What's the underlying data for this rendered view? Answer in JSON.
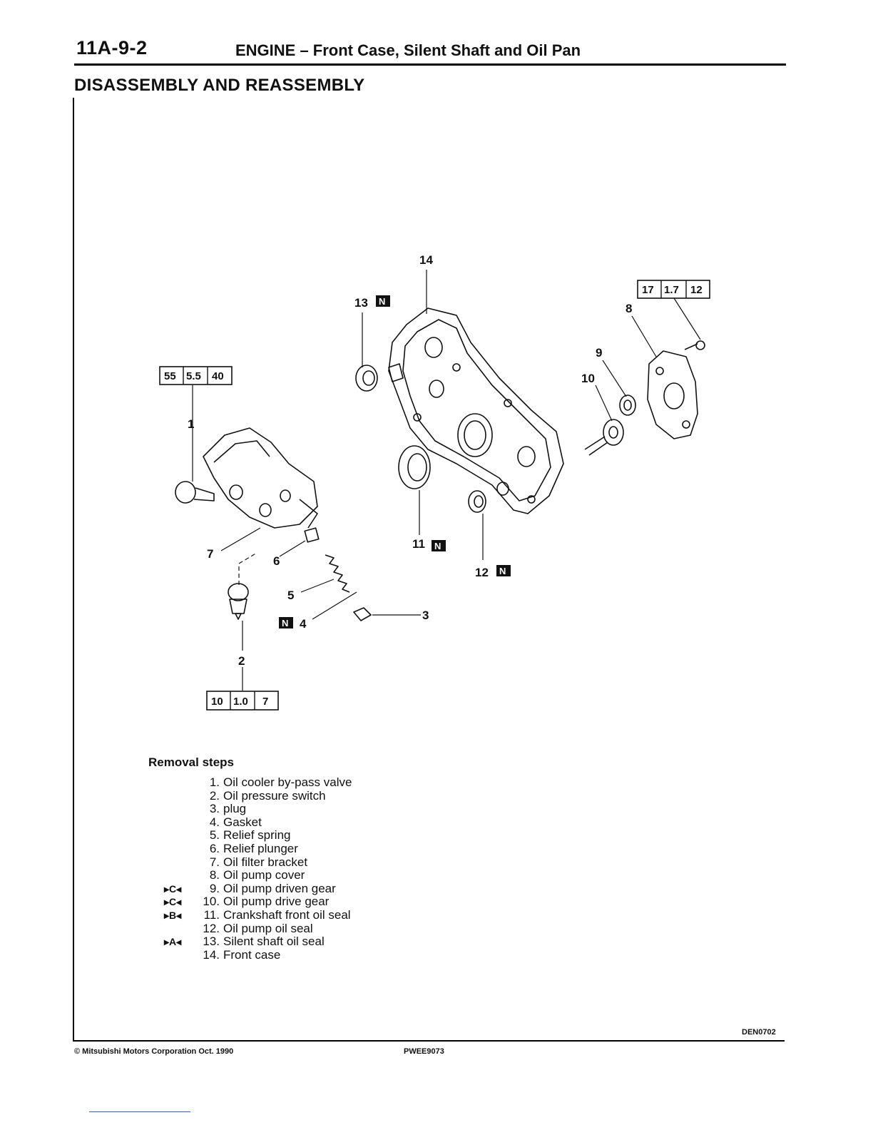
{
  "header": {
    "page_number": "11A-9-2",
    "title": "ENGINE – Front Case, Silent Shaft and Oil Pan"
  },
  "section_title": "DISASSEMBLY AND REASSEMBLY",
  "diagram": {
    "callouts": {
      "c1": "1",
      "c2": "2",
      "c3": "3",
      "c4": "4",
      "c5": "5",
      "c6": "6",
      "c7": "7",
      "c8": "8",
      "c9": "9",
      "c10": "10",
      "c11": "11",
      "c12": "12",
      "c13": "13",
      "c14": "14"
    },
    "new_part_mark": "N",
    "torque_boxes": {
      "t1": [
        "55",
        "5.5",
        "40"
      ],
      "t2": [
        "10",
        "1.0",
        "7"
      ],
      "t3": [
        "17",
        "1.7",
        "12"
      ]
    }
  },
  "removal_steps": {
    "heading": "Removal steps",
    "items": [
      {
        "mark": "",
        "num": "1.",
        "label": "Oil cooler by-pass valve"
      },
      {
        "mark": "",
        "num": "2.",
        "label": "Oil pressure switch"
      },
      {
        "mark": "",
        "num": "3.",
        "label": "plug"
      },
      {
        "mark": "",
        "num": "4.",
        "label": "Gasket"
      },
      {
        "mark": "",
        "num": "5.",
        "label": "Relief spring"
      },
      {
        "mark": "",
        "num": "6.",
        "label": "Relief plunger"
      },
      {
        "mark": "",
        "num": "7.",
        "label": "Oil filter bracket"
      },
      {
        "mark": "",
        "num": "8.",
        "label": "Oil pump cover"
      },
      {
        "mark": "▸C◂",
        "num": "9.",
        "label": "Oil pump driven gear"
      },
      {
        "mark": "▸C◂",
        "num": "10.",
        "label": "Oil pump drive gear"
      },
      {
        "mark": "▸B◂",
        "num": "11.",
        "label": "Crankshaft front oil seal"
      },
      {
        "mark": "",
        "num": "12.",
        "label": "Oil pump oil seal"
      },
      {
        "mark": "▸A◂",
        "num": "13.",
        "label": "Silent shaft oil seal"
      },
      {
        "mark": "",
        "num": "14.",
        "label": "Front case"
      }
    ]
  },
  "footer": {
    "diagram_code": "DEN0702",
    "copyright": "© Mitsubishi Motors Corporation   Oct. 1990",
    "doc_id": "PWEE9073"
  }
}
